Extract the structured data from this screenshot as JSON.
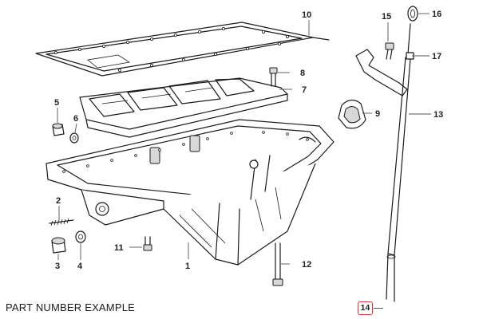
{
  "diagram": {
    "callouts": [
      {
        "id": "c1",
        "label": "1"
      },
      {
        "id": "c2",
        "label": "2"
      },
      {
        "id": "c3",
        "label": "3"
      },
      {
        "id": "c4",
        "label": "4"
      },
      {
        "id": "c5",
        "label": "5"
      },
      {
        "id": "c6",
        "label": "6"
      },
      {
        "id": "c7",
        "label": "7"
      },
      {
        "id": "c8",
        "label": "8"
      },
      {
        "id": "c9",
        "label": "9"
      },
      {
        "id": "c10",
        "label": "10"
      },
      {
        "id": "c11",
        "label": "11"
      },
      {
        "id": "c12",
        "label": "12"
      },
      {
        "id": "c13",
        "label": "13"
      },
      {
        "id": "c15",
        "label": "15"
      },
      {
        "id": "c16",
        "label": "16"
      },
      {
        "id": "c17",
        "label": "17"
      }
    ],
    "caption": "PART NUMBER EXAMPLE",
    "example_number": "14",
    "colors": {
      "line": "#1a1a1a",
      "highlight_border": "#d9302c",
      "leader": "#555555"
    }
  }
}
